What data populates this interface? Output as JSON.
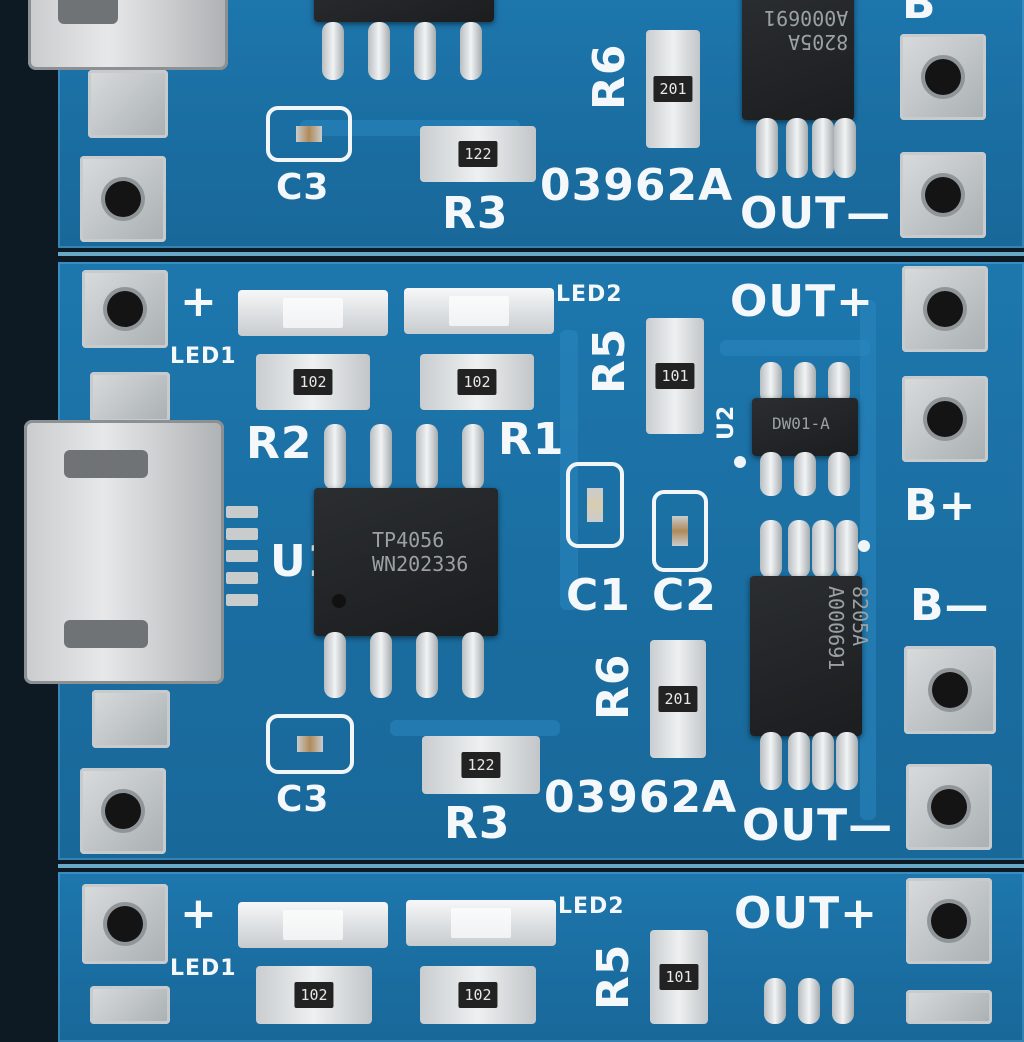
{
  "labels": {
    "c3_top": "C3",
    "r3_top": "R3",
    "code_top": "03962A",
    "out_minus_top": "OUT—",
    "r6_top": "R6",
    "b_top": "B",
    "plus_mid": "+",
    "led1_mid": "LED1",
    "led2_mid": "LED2",
    "r2_mid": "R2",
    "r1_mid": "R1",
    "u1_mid": "U1",
    "r5_mid": "R5",
    "u2_mid": "U2",
    "out_plus_mid": "OUT+",
    "b_plus_mid": "B+",
    "b_minus_mid": "B—",
    "c1_mid": "C1",
    "c2_mid": "C2",
    "r6_mid": "R6",
    "c3_mid": "C3",
    "r3_mid": "R3",
    "code_mid": "03962A",
    "out_minus_mid": "OUT—",
    "plus_bot": "+",
    "led1_bot": "LED1",
    "led2_bot": "LED2",
    "r5_bot": "R5",
    "out_plus_bot": "OUT+"
  },
  "chips": {
    "charger_line1": "TP4056",
    "charger_line2": "WN202336",
    "protect_mid": "DW01-A",
    "mosfet_mid_line1": "8205A",
    "mosfet_mid_line2": "A000691",
    "mosfet_top_line1": "8205A",
    "mosfet_top_line2": "A000691"
  },
  "resistor_codes": {
    "r3_top": "122",
    "r6_top": "201",
    "r2_mid": "102",
    "r1_mid": "102",
    "r5_mid": "101",
    "r6_mid": "201",
    "r3_mid": "122",
    "bot_left": "102",
    "bot_right": "102",
    "r5_bot": "101"
  },
  "colors": {
    "pcb_blue": "#1a6da0",
    "silkscreen": "#f4f8fb",
    "chip_black": "#1e2022",
    "pad_silver": "#c8ccce"
  }
}
